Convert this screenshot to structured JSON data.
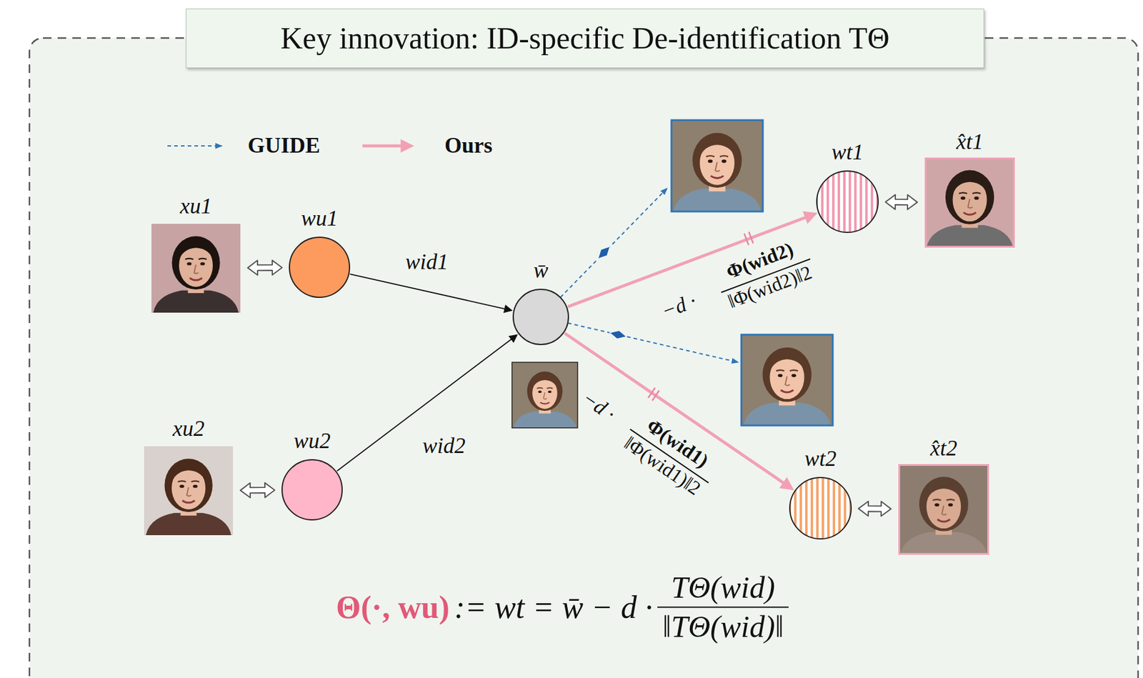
{
  "diagram": {
    "title": "Key innovation: ID-specific De-identification TΘ",
    "nodes": [
      {
        "text": [
          "xu1"
        ]
      },
      {
        "text": [
          "wu1"
        ]
      },
      {
        "text": [
          "xu2"
        ]
      },
      {
        "text": [
          "wu2"
        ]
      },
      {
        "text": [
          "w̄"
        ]
      },
      {
        "text": [
          "wt1"
        ]
      },
      {
        "text": [
          "x̂t1"
        ]
      },
      {
        "text": [
          "wt2"
        ]
      },
      {
        "text": [
          "x̂t2"
        ]
      }
    ],
    "edges": [
      {
        "from": 0,
        "to": 1,
        "arrow": "both"
      },
      {
        "from": 2,
        "to": 3,
        "arrow": "both"
      },
      {
        "from": 1,
        "to": 4,
        "label": "wid1",
        "arrow": "to"
      },
      {
        "from": 3,
        "to": 4,
        "label": "wid2",
        "arrow": "to"
      },
      {
        "from": 4,
        "to": 5,
        "label": "−d ·",
        "arrow": "to"
      },
      {
        "from": 4,
        "to": 7,
        "label": "−d ·",
        "arrow": "to"
      },
      {
        "from": 5,
        "to": 6,
        "arrow": "both"
      },
      {
        "from": 7,
        "to": 8,
        "arrow": "both"
      }
    ],
    "labels": [
      "Φ(wid2)",
      "‖Φ(wid2)‖2",
      "Φ(wid1)",
      "‖Φ(wid1)‖2",
      "Θ(·, wu)",
      ":= wt = w̄ − d ·",
      "TΘ(wid)",
      "‖TΘ(wid)‖"
    ],
    "legend": [
      {
        "text": "GUIDE"
      },
      {
        "text": "Ours"
      }
    ]
  }
}
